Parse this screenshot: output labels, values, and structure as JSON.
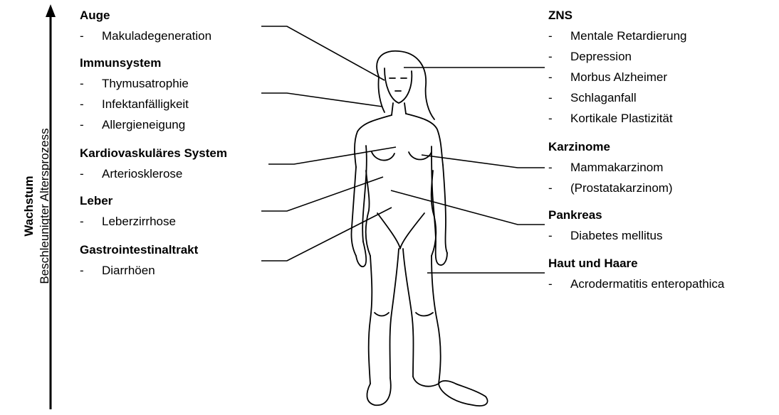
{
  "axis": {
    "title": "Wachstum",
    "subtitle": "Beschleunigter Altersprozess"
  },
  "left_groups": [
    {
      "title": "Auge",
      "items": [
        "Makuladegeneration"
      ]
    },
    {
      "title": "Immunsystem",
      "items": [
        "Thymusatrophie",
        "Infektanfälligkeit",
        "Allergieneigung"
      ]
    },
    {
      "title": "Kardiovaskuläres System",
      "items": [
        "Arteriosklerose"
      ]
    },
    {
      "title": "Leber",
      "items": [
        "Leberzirrhose"
      ]
    },
    {
      "title": "Gastrointestinaltrakt",
      "items": [
        "Diarrhöen"
      ]
    }
  ],
  "right_groups": [
    {
      "title": "ZNS",
      "items": [
        "Mentale Retardierung",
        "Depression",
        "Morbus Alzheimer",
        "Schlaganfall",
        "Kortikale Plastizität"
      ]
    },
    {
      "title": "Karzinome",
      "items": [
        "Mammakarzinom",
        "(Prostatakarzinom)"
      ]
    },
    {
      "title": "Pankreas",
      "items": [
        "Diabetes mellitus"
      ]
    },
    {
      "title": "Haut und Haare",
      "items": [
        "Acrodermatitis enteropathica"
      ]
    }
  ],
  "dash": "-"
}
